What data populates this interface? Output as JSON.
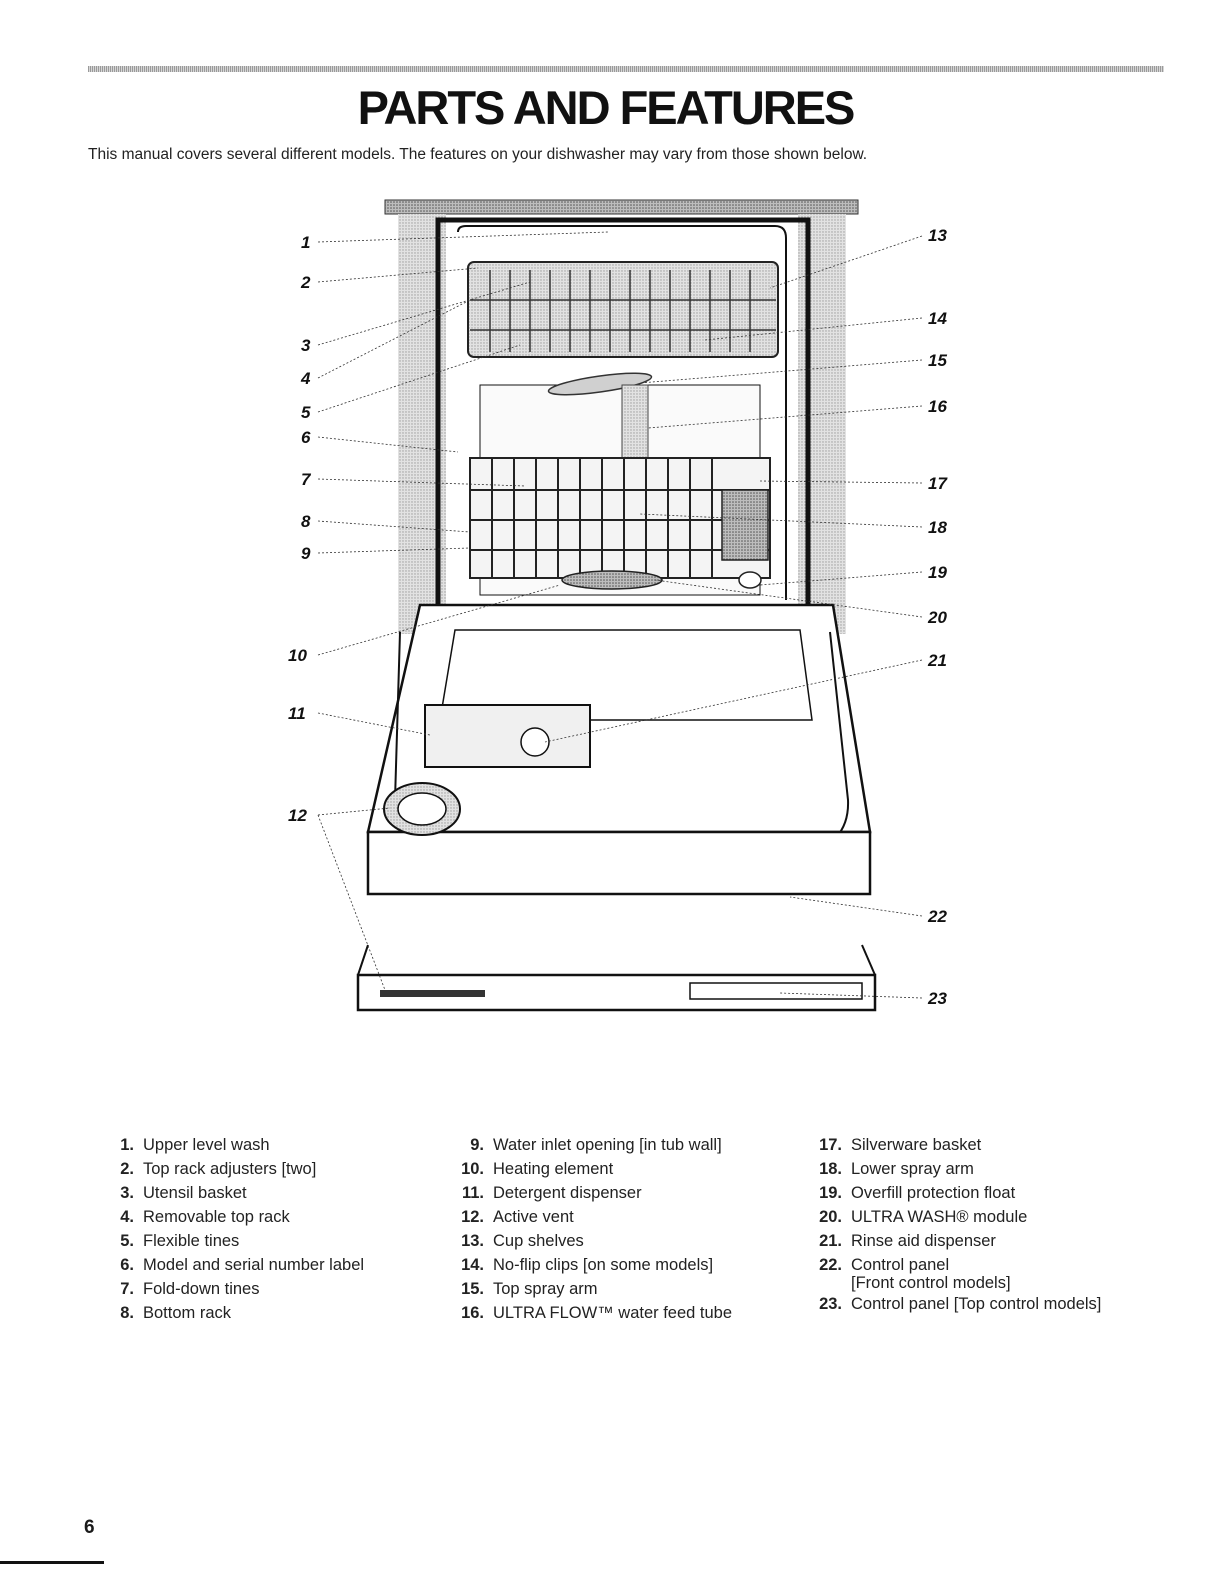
{
  "page": {
    "title": "PARTS AND FEATURES",
    "intro": "This manual covers several different models. The features on your dishwasher may vary from those shown below.",
    "page_number": "6"
  },
  "callouts": [
    "1",
    "2",
    "3",
    "4",
    "5",
    "6",
    "7",
    "8",
    "9",
    "10",
    "11",
    "12",
    "13",
    "14",
    "15",
    "16",
    "17",
    "18",
    "19",
    "20",
    "21",
    "22",
    "23"
  ],
  "legend": {
    "column1": [
      {
        "num": "1.",
        "label": "Upper level wash"
      },
      {
        "num": "2.",
        "label": "Top rack adjusters [two]"
      },
      {
        "num": "3.",
        "label": "Utensil basket"
      },
      {
        "num": "4.",
        "label": "Removable top rack"
      },
      {
        "num": "5.",
        "label": "Flexible tines"
      },
      {
        "num": "6.",
        "label": "Model and serial number label"
      },
      {
        "num": "7.",
        "label": "Fold-down tines"
      },
      {
        "num": "8.",
        "label": "Bottom rack"
      }
    ],
    "column2": [
      {
        "num": "9.",
        "label": "Water inlet opening [in tub wall]"
      },
      {
        "num": "10.",
        "label": "Heating element"
      },
      {
        "num": "11.",
        "label": "Detergent dispenser"
      },
      {
        "num": "12.",
        "label": "Active vent"
      },
      {
        "num": "13.",
        "label": "Cup shelves"
      },
      {
        "num": "14.",
        "label": "No-flip clips [on some models]"
      },
      {
        "num": "15.",
        "label": "Top spray arm"
      },
      {
        "num": "16.",
        "label": "ULTRA FLOW™ water feed tube"
      }
    ],
    "column3": [
      {
        "num": "17.",
        "label": "Silverware basket"
      },
      {
        "num": "18.",
        "label": "Lower spray arm"
      },
      {
        "num": "19.",
        "label": "Overfill protection float"
      },
      {
        "num": "20.",
        "label": "ULTRA WASH® module"
      },
      {
        "num": "21.",
        "label": "Rinse aid dispenser"
      },
      {
        "num": "22.",
        "label": "Control panel\n[Front control models]"
      },
      {
        "num": "23.",
        "label": "Control panel [Top control models]"
      }
    ]
  }
}
